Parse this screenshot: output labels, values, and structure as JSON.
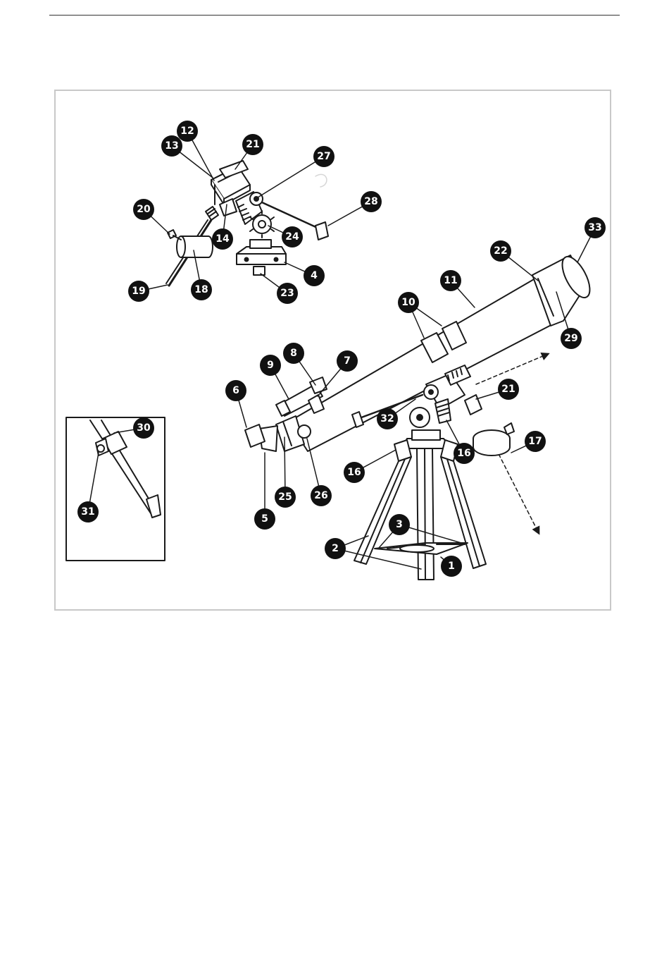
{
  "callouts": [
    {
      "id": "c1",
      "label": "1"
    },
    {
      "id": "c2",
      "label": "2"
    },
    {
      "id": "c3",
      "label": "3"
    },
    {
      "id": "c4",
      "label": "4"
    },
    {
      "id": "c5",
      "label": "5"
    },
    {
      "id": "c6",
      "label": "6"
    },
    {
      "id": "c7",
      "label": "7"
    },
    {
      "id": "c8",
      "label": "8"
    },
    {
      "id": "c9",
      "label": "9"
    },
    {
      "id": "c10",
      "label": "10"
    },
    {
      "id": "c11",
      "label": "11"
    },
    {
      "id": "c12",
      "label": "12"
    },
    {
      "id": "c13",
      "label": "13"
    },
    {
      "id": "c14",
      "label": "14"
    },
    {
      "id": "c16a",
      "label": "16"
    },
    {
      "id": "c16b",
      "label": "16"
    },
    {
      "id": "c17",
      "label": "17"
    },
    {
      "id": "c18",
      "label": "18"
    },
    {
      "id": "c19",
      "label": "19"
    },
    {
      "id": "c20",
      "label": "20"
    },
    {
      "id": "c21a",
      "label": "21"
    },
    {
      "id": "c21b",
      "label": "21"
    },
    {
      "id": "c22",
      "label": "22"
    },
    {
      "id": "c23",
      "label": "23"
    },
    {
      "id": "c24",
      "label": "24"
    },
    {
      "id": "c25",
      "label": "25"
    },
    {
      "id": "c26",
      "label": "26"
    },
    {
      "id": "c27",
      "label": "27"
    },
    {
      "id": "c28",
      "label": "28"
    },
    {
      "id": "c29",
      "label": "29"
    },
    {
      "id": "c30",
      "label": "30"
    },
    {
      "id": "c31",
      "label": "31"
    },
    {
      "id": "c32",
      "label": "32"
    },
    {
      "id": "c33",
      "label": "33"
    }
  ],
  "colors": {
    "ink": "#1a1a1a",
    "frame": "#c8c8c8",
    "callout_fill": "#111111",
    "callout_text": "#ffffff"
  }
}
